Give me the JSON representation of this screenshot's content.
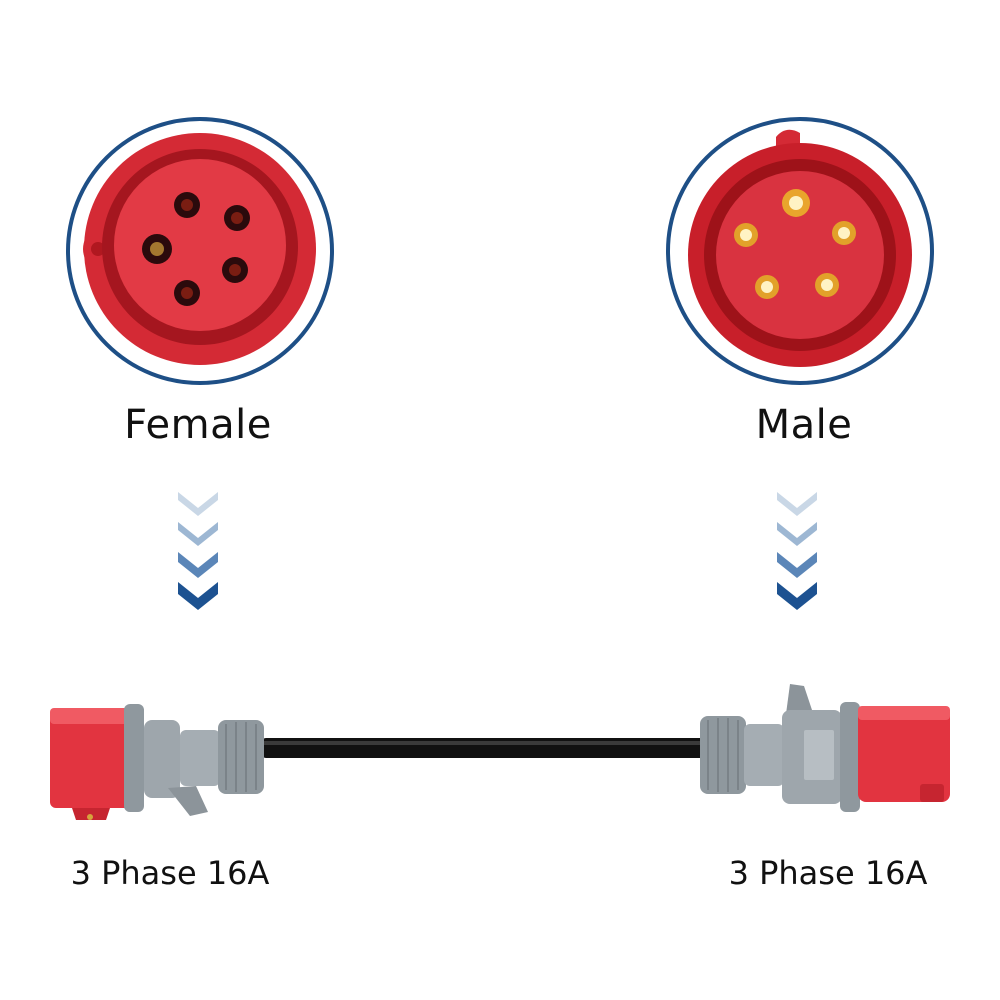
{
  "connectors": {
    "female": {
      "label": "Female",
      "spec_label": "3 Phase 16A"
    },
    "male": {
      "label": "Male",
      "spec_label": "3 Phase 16A"
    }
  },
  "colors": {
    "ring": "#1e4f86",
    "socket_red": "#e8333f",
    "socket_dark": "#b0161f",
    "housing_grey": "#9aa2a8",
    "cable": "#111111",
    "arrow_dark": "#1d5291",
    "arrow_light": "#c9d7e6"
  },
  "icons": {
    "arrow": "chevron-down-stack-icon"
  }
}
